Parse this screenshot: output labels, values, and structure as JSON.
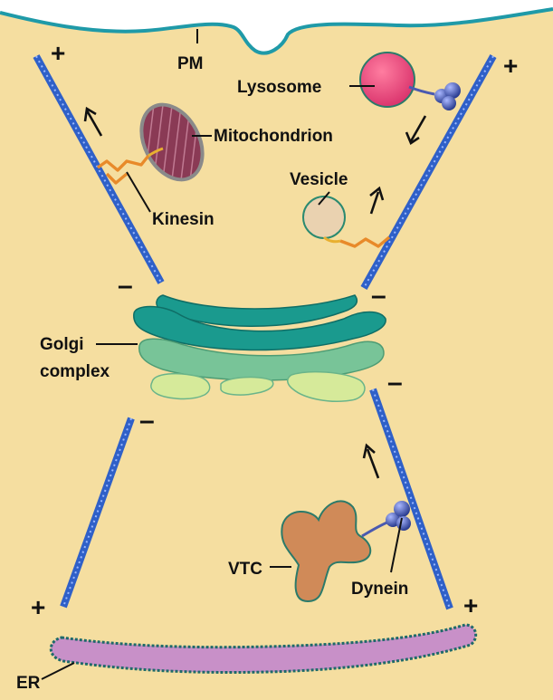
{
  "labels": {
    "pm": "PM",
    "lysosome": "Lysosome",
    "mitochondrion": "Mitochondrion",
    "vesicle": "Vesicle",
    "kinesin": "Kinesin",
    "golgi_line1": "Golgi",
    "golgi_line2": "complex",
    "vtc": "VTC",
    "dynein": "Dynein",
    "er": "ER"
  },
  "polarity": {
    "plus": "+",
    "minus": "–"
  },
  "colors": {
    "cytoplasm": "#f5dea0",
    "plasma_membrane": "#1f9aa8",
    "microtubule": "#2f60c8",
    "lysosome": "#e8507a",
    "mitochondrion": "#8a3a55",
    "vesicle": "#ead2b0",
    "kinesin": "#e88a2a",
    "dynein": "#3a4fa8",
    "golgi_dark": "#1a9a8e",
    "golgi_mid": "#78c498",
    "golgi_light": "#d6ea9a",
    "vtc": "#d08a58",
    "er": "#c890c8"
  }
}
